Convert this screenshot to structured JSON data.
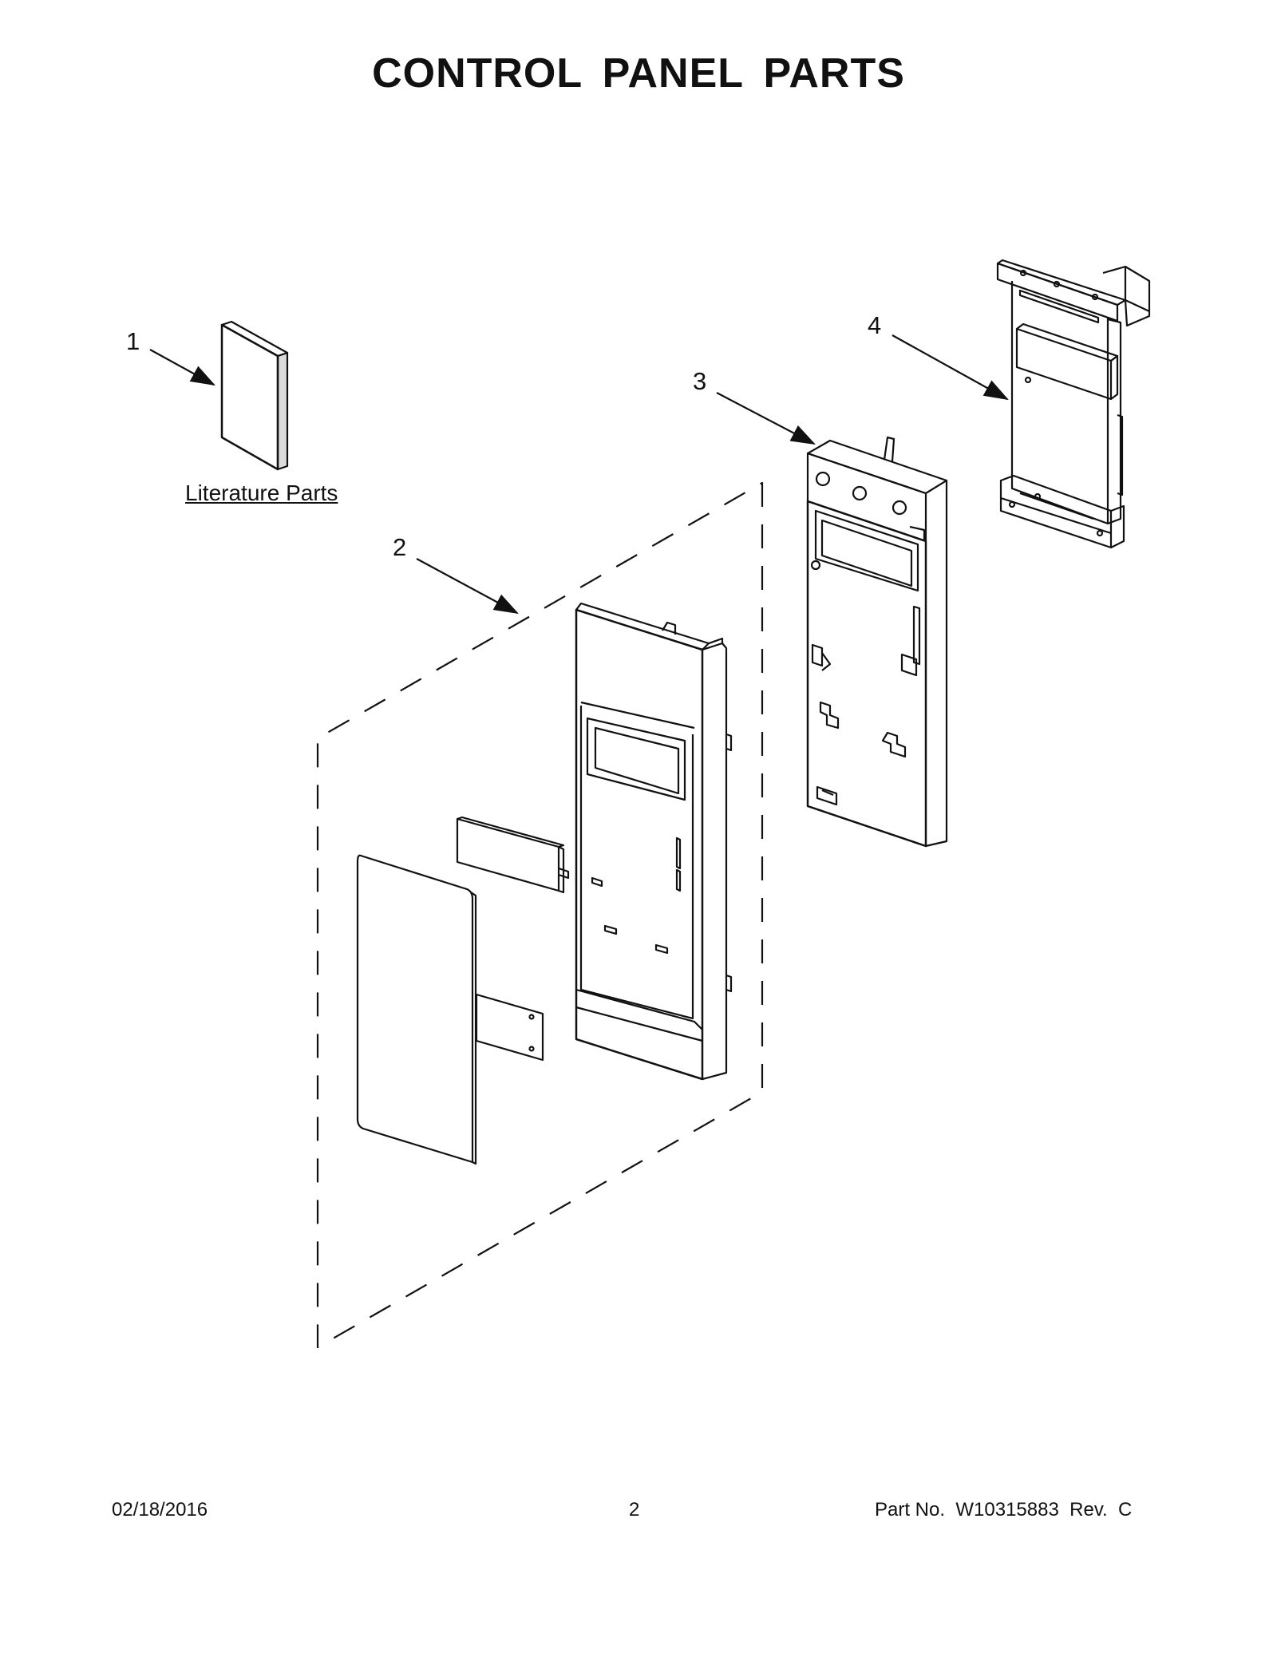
{
  "title": "CONTROL PANEL PARTS",
  "callouts": {
    "c1": "1",
    "c2": "2",
    "c3": "3",
    "c4": "4"
  },
  "literature_label": "Literature Parts",
  "footer": {
    "date": "02/18/2016",
    "page": "2",
    "part_no": "Part No.  W10315883  Rev.  C"
  }
}
